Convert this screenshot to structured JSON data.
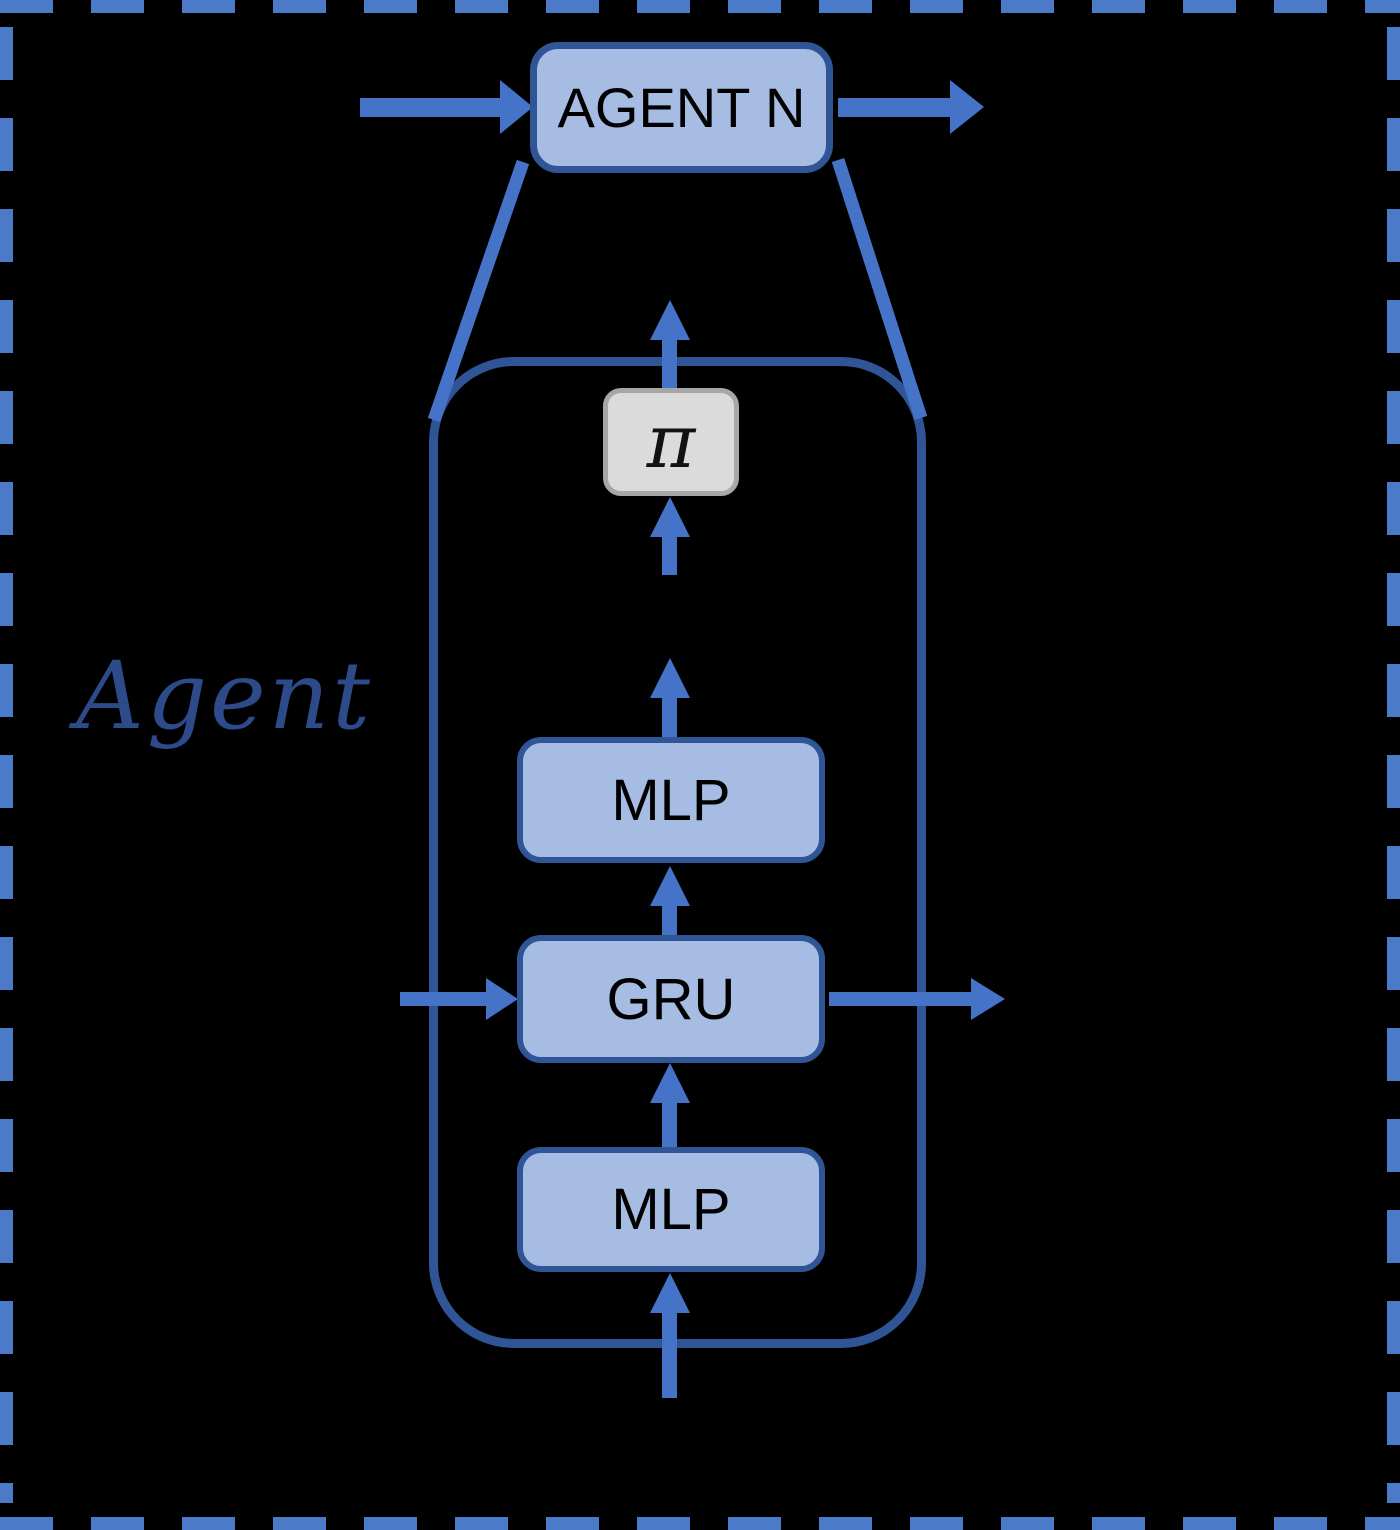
{
  "figure": {
    "side_label": "Agent",
    "top_box": {
      "label": "AGENT N"
    },
    "policy_box": {
      "label": "π"
    },
    "inner_blocks": [
      {
        "label": "MLP"
      },
      {
        "label": "GRU"
      },
      {
        "label": "MLP"
      }
    ],
    "colors": {
      "background": "#000000",
      "dashed_frame": "#4a7ac8",
      "arrow": "#4573c8",
      "block_fill": "#a6bce3",
      "block_border": "#2f5597",
      "container_border": "#2f5597",
      "policy_fill": "#dbdbdb",
      "policy_border": "#a7a7a7",
      "side_label_color": "#2d4a8a"
    }
  }
}
